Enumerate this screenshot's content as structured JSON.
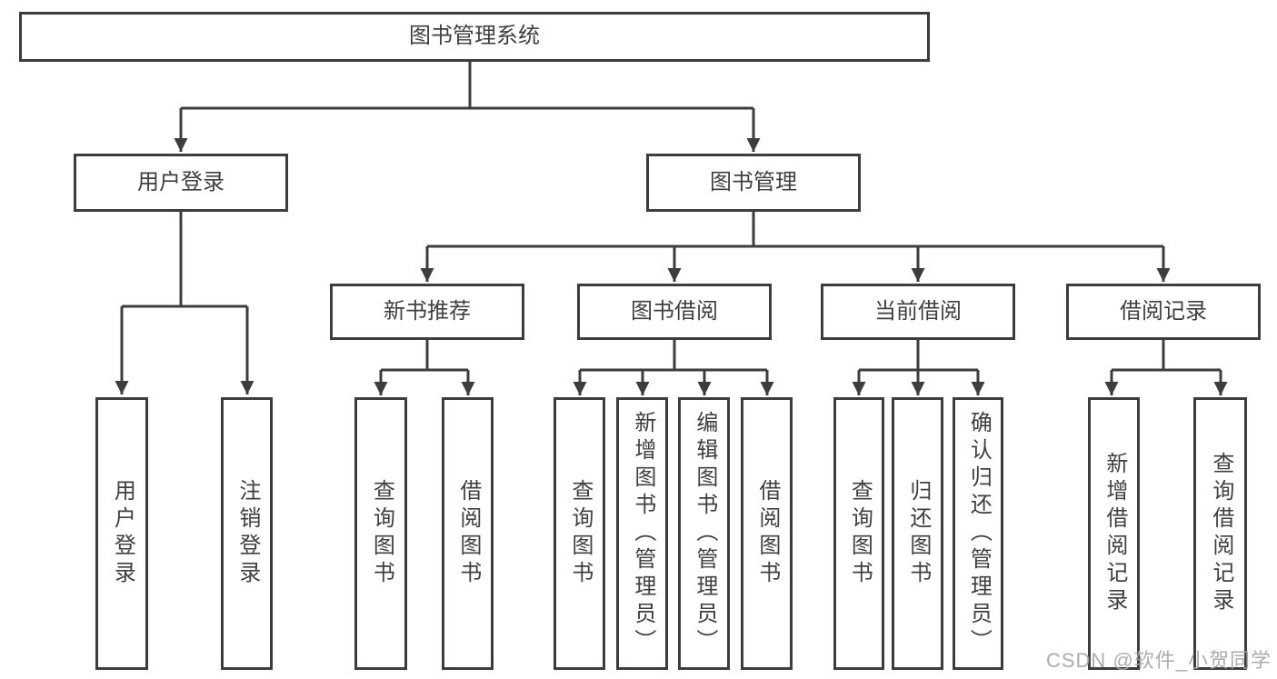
{
  "tree": {
    "label": "图书管理系统",
    "children": [
      {
        "label": "用户登录",
        "children": [
          {
            "label": "用户登录"
          },
          {
            "label": "注销登录"
          }
        ]
      },
      {
        "label": "图书管理",
        "children": [
          {
            "label": "新书推荐",
            "children": [
              {
                "label": "查询图书"
              },
              {
                "label": "借阅图书"
              }
            ]
          },
          {
            "label": "图书借阅",
            "children": [
              {
                "label": "查询图书"
              },
              {
                "label": "新增图书（管理员）"
              },
              {
                "label": "编辑图书（管理员）"
              },
              {
                "label": "借阅图书"
              }
            ]
          },
          {
            "label": "当前借阅",
            "children": [
              {
                "label": "查询图书"
              },
              {
                "label": "归还图书"
              },
              {
                "label": "确认归还（管理员）"
              }
            ]
          },
          {
            "label": "借阅记录",
            "children": [
              {
                "label": "新增借阅记录"
              },
              {
                "label": "查询借阅记录"
              }
            ]
          }
        ]
      }
    ]
  },
  "colors": {
    "line": "#3d3d3d",
    "text": "#3f3f3f",
    "watermark": "#a5a5a5"
  },
  "watermark": "CSDN @软件_小贺同学"
}
